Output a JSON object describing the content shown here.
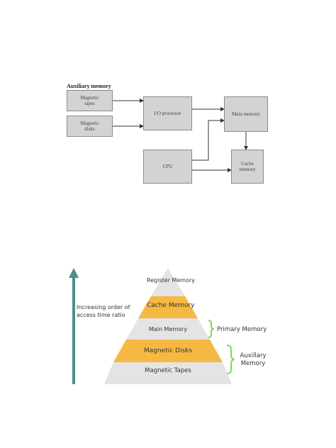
{
  "diagram1": {
    "title": "Auxiliary memory",
    "boxes": {
      "magnetic_tapes": "Magnetic tapes",
      "magnetic_disks": "Magnetic disks",
      "io_processor": "I/O processor",
      "main_memory": "Main memory",
      "cpu": "CPU",
      "cache_memory": "Cache memory"
    }
  },
  "pyramid": {
    "levels": [
      {
        "label": "Register Memory",
        "color": "#e4e4e4"
      },
      {
        "label": "Cache Memory",
        "color": "#f5b942"
      },
      {
        "label": "Main Memory",
        "color": "#e4e4e4"
      },
      {
        "label": "Magnetic Disks",
        "color": "#f5b942"
      },
      {
        "label": "Magnetic Tapes",
        "color": "#e4e4e4"
      }
    ],
    "axis_label": "Increasing order of access time ratio",
    "arrow_color": "#4a8f8c",
    "brace_color": "#7ed957",
    "groups": {
      "primary": "Primary Memory",
      "auxiliary": "Auxillary Memory"
    }
  }
}
